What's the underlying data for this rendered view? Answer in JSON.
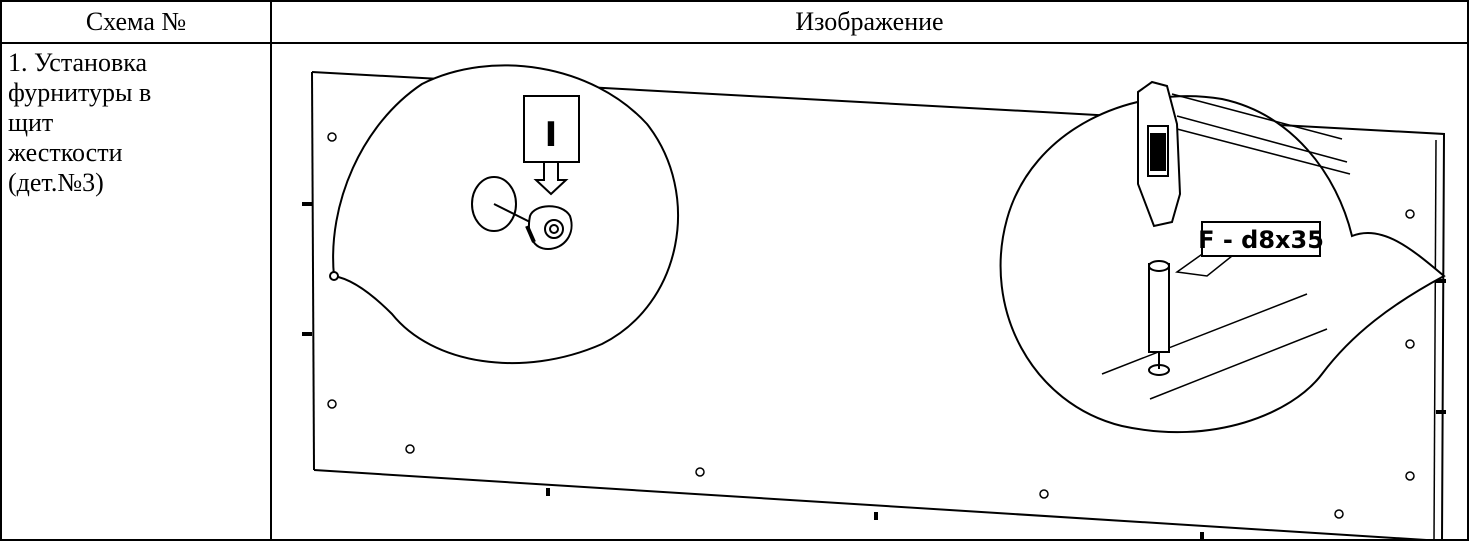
{
  "table": {
    "header": {
      "scheme_no": "Схема №",
      "image": "Изображение"
    },
    "row": {
      "step": "1. Установка\nфурнитуры в\nщит\nжесткости\n(дет.№3)",
      "illustration": {
        "icon": "assembly-diagram-icon",
        "callout_left_label": "I",
        "callout_right_label": "F - d8x35"
      }
    }
  }
}
